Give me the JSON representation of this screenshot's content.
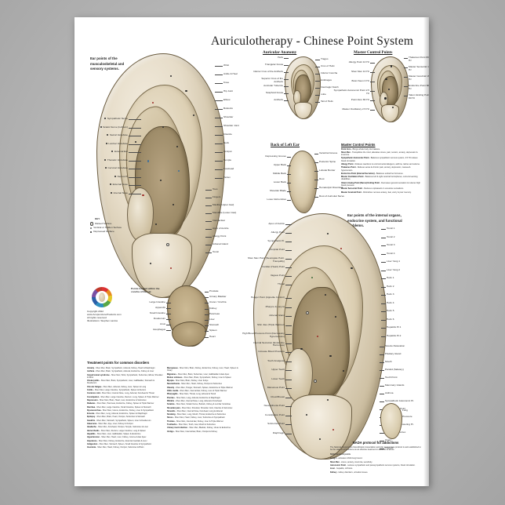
{
  "poster": {
    "title": "Auriculotherapy - Chinese Point System",
    "background_color": "#ffffff",
    "frame_color": "#b9b9b9"
  },
  "left_chart": {
    "blurb": "Ear points of the musculoskeletal and sensory systems.",
    "labels_left": [
      "Sympathetic Nerve",
      "Sciatic Nerve (Ischium)",
      "Sacral Vertebrae",
      "Lumbar Vertebrae",
      "External Ear",
      "Thoracic Vertebrae",
      "Cervical Vertebrae",
      "Nervus Pi",
      "External Nose",
      "Internal Nose",
      "Subcortex (Pain Control)",
      "Eye 1",
      "Eye 2",
      "Upper Palate",
      "Lower Palate",
      "Tongue"
    ],
    "labels_right": [
      "Wrist",
      "Ankle & Heel",
      "Knee",
      "Hip Joint",
      "Elbow",
      "Buttocks",
      "Shoulder",
      "Shoulder Joint",
      "Clavicle",
      "Neck",
      "Occiput",
      "Temple",
      "Forehead",
      "Vertex",
      "Toes",
      "Fingers",
      "Maxilla (Upper Jaw)",
      "Mandible (Lower Jaw)",
      "Internal Ear",
      "Apex of Auricle",
      "Allergy Point",
      "Adrenal Gland",
      "Tonsil"
    ],
    "key": {
      "title": "KEY",
      "items": [
        "Raised Surface",
        "Vertical or Hidden Surface",
        "Depressed Surface"
      ]
    }
  },
  "concha_inset": {
    "title": "Points located within the concha of the ear.",
    "labels_left": [
      "Large Intestine",
      "Appendix",
      "Small Intestine",
      "Duodenum",
      "Anus",
      "Esophagus"
    ],
    "labels_right": [
      "Prostate",
      "Urinary Bladder",
      "Ureter / Urethra",
      "Kidney",
      "Pancreas",
      "Liver",
      "Stomach",
      "Spleen",
      "Heart"
    ]
  },
  "auricular_anatomy": {
    "title": "Auricular Anatomy",
    "labels": [
      "Helix",
      "Triangular Fossa",
      "Inferior Crus of the Antihelix",
      "Superior Crus of the Antihelix",
      "Auricular Tubercle",
      "Scaphoid Fossa",
      "Antihelix",
      "Tragus",
      "Crus of Helix",
      "Inferior Concha",
      "Antitragus",
      "Intertragic Notch",
      "Lobe",
      "Tail of Helix"
    ]
  },
  "master_control_diagram": {
    "title": "Master Control Points",
    "labels": [
      "Allergy Point 10 Hz",
      "Shen Men 10 Hz",
      "Brain Stem 0 Hz",
      "Sympathetic Autonomic Point 2.5 Hz",
      "Point Zero 80 Hz",
      "Master Oscillatory 2.5 Hz",
      "Thalamus Point 80 Hz",
      "Master Sensorial 160 Hz",
      "Master Cerebral 1600 Hz",
      "Endocrine Point 80 Hz",
      "Vatum Ending Point 80 Hz"
    ]
  },
  "back_of_ear": {
    "title": "Back of Left Ear",
    "labels": [
      "Depressing Groove",
      "Upper Back",
      "Middle Back",
      "Lower Back",
      "Shoulder Blade",
      "Lower Extremities",
      "Vertebral Groove",
      "Posterior Spine",
      "Lobular Border",
      "Root",
      "Hematolytic Disorders",
      "Root of Auricular Nerve"
    ]
  },
  "master_control_text": {
    "title": "Master Control Points",
    "entries": [
      {
        "term": "Point Zero",
        "desc": "Brings whole body into balance."
      },
      {
        "term": "Shen Men",
        "desc": "Tranquilizes the mind, alleviates stress, pain, tension, anxiety, depression & insomnia."
      },
      {
        "term": "Sympathetic Autonomic Point",
        "desc": "Balances sympathetic nervous system, 2.5 Hz relaxes blood circulation."
      },
      {
        "term": "Allergy Point",
        "desc": "Relieves reactions to environmental allergens, asthma, rashes and edema."
      },
      {
        "term": "Thalamus Point",
        "desc": "Relieves acute & chronic pain, anxiety, depression, nausea & hypertension."
      },
      {
        "term": "Endocrine Point (Internal Secretion)",
        "desc": "Balances endocrine hormones."
      },
      {
        "term": "Master Oscillation Point",
        "desc": "Balances left & right cerebral hemispheres, corrects learning disabilities."
      },
      {
        "term": "Vatum Analog Point (Nerve) Ending Point",
        "desc": "Decreases general sensation & reduces high blood pressure."
      },
      {
        "term": "Master Sensorial Point",
        "desc": "Reduces unpleasant or excessive sensations."
      },
      {
        "term": "Master Cerebral Point",
        "desc": "Diminishes nervous anxiety, fear, worry & poor memory."
      }
    ]
  },
  "right_chart": {
    "blurb": "Ear points of the internal organs, endocrine system, and functional problems.",
    "labels_left": [
      "Apex of Auricle",
      "Allergy Point",
      "Sympathetic Pt.",
      "Occipital Point",
      "Shen Men Point (Neurogate Point, Tranquility)",
      "Cardiac (Heart) Point",
      "Vagaus Point",
      "Throat",
      "Hunger Point (Appetite Control)",
      "Pharynx & Larynx",
      "Adrenal Gland",
      "Shin Jiao (Triple Warmer)",
      "High Blood Pressure Point (Decreasing Hypertension)",
      "Internal Secretion (Endocrine Hormones)",
      "Increase Blood Pressure",
      "Tooth Analgesia",
      "Upper Teeth",
      "Lower Teeth",
      "Marvelous Point",
      "Chest/Breast",
      "Neurasthenia Point",
      "Constipation Point",
      "Subcortex Point",
      "Diaphragm"
    ],
    "labels_right": [
      "Tonsil 1",
      "Tonsil 2",
      "Tonsil 3",
      "Tonsil 4",
      "Liver Yang 1",
      "Liver Yang 2",
      "Helix 1",
      "Helix 2",
      "Helix 3",
      "Helix 4",
      "Helix 5",
      "Helix 6",
      "Hepatitis Pt 1",
      "Hepatitis Pt 2",
      "Muscle Relaxation",
      "Pituitary Gland",
      "Mouth",
      "Parotid (Salivary)",
      "Tooth Point",
      "Mammary Glands",
      "Asthma",
      "Sympathetic Autonomic Pt.",
      "Hypertension Point",
      "Lowering Blood Pressure",
      "Depressing & Lowering Pt.",
      "Nervous Subcortex",
      "Ovary",
      "Thyroid"
    ]
  },
  "nada": {
    "title": "NADA protocol for addictions",
    "intro": "The National Acupuncture Detoxification Association auricular acupuncture protocol is well established to be the state of acupuncture as an effective treatment in addiction & abuse.",
    "subtitle": "NADA protocol points",
    "entries": [
      {
        "term": "Lung 2",
        "desc": "activates inhibit lung bound."
      },
      {
        "term": "Shen Men",
        "desc": "stress, anxiety, insomnia, sensitivity."
      },
      {
        "term": "Autonomic Point",
        "desc": "reduces sympathetic and parasympathetic nervous systems, blood circulation."
      },
      {
        "term": "Liver",
        "desc": "hepatitis, cirrhosis."
      },
      {
        "term": "Kidney",
        "desc": "kidney disorders, urination issues."
      }
    ],
    "lung_label": "Lung"
  },
  "treatment_points": {
    "title": "Treatment points for common disorders",
    "column_a": [
      {
        "term": "Anxiety",
        "desc": "Shen Men, Brain, Sympathetic, Adrenal, Kidney, Heart & Diaphragm"
      },
      {
        "term": "Asthma",
        "desc": "Shen Men, Brain, Sympathetic, Adrenal, Endocrine, Kidney & Liver"
      },
      {
        "term": "Carpal tunnel syndrome",
        "desc": "Shen Men, Wrist, Sympathetic, Subcortex, Elbow, Shoulder & Wrist"
      },
      {
        "term": "Cholecystitis",
        "desc": "Shen Men, Brain, Sympathetic, Liver, Gallbladder, Stomach & Duodenum"
      },
      {
        "term": "Chronic fatigue",
        "desc": "Shen Men, Adrenal, Kidney, Liver, Spleen & Lung"
      },
      {
        "term": "Colitis",
        "desc": "Shen Men, Large Intestine, Sympathetic, Spleen & Rectum"
      },
      {
        "term": "Common cold",
        "desc": "Shen Men, Internal Nose, Lung, Adrenal, Forehead & Throat"
      },
      {
        "term": "Constipation",
        "desc": "Shen Men, Large Intestine, Rectum, Lung, Spleen & Triple Warmer"
      },
      {
        "term": "Depression",
        "desc": "Shen Men, Brain, Heart, Liver, Endocrine & Subcortex"
      },
      {
        "term": "Diabetes",
        "desc": "Shen Men, Pancreas, Endocrine, Kidney, Spleen & Triple Warmer"
      },
      {
        "term": "Diarrhea",
        "desc": "Shen Men, Large Intestine, Small Intestine, Spleen & Stomach"
      },
      {
        "term": "Dysmenorrhea",
        "desc": "Shen Men, Uterus, Endocrine, Kidney, Liver & Sympathetic"
      },
      {
        "term": "Eczema",
        "desc": "Shen Men, Lung, Adrenal, Endocrine, Spleen & Diaphragm"
      },
      {
        "term": "Epilepsy",
        "desc": "Shen Men, Brain, Heart, Occiput, Subcortex & Stomach"
      },
      {
        "term": "Gastritis",
        "desc": "Shen Men, Stomach, Sympathetic, Spleen, Liver & Duodenum"
      },
      {
        "term": "Glaucoma",
        "desc": "Shen Men, Eye, Liver, Kidney & Occiput"
      },
      {
        "term": "Headache",
        "desc": "Shen Men, Forehead, Occiput, Temple, Subcortex & Liver"
      },
      {
        "term": "Hemorrhoids",
        "desc": "Shen Men, Rectum, Large Intestine, Lung & Spleen"
      },
      {
        "term": "Hepatitis",
        "desc": "Shen Men, Liver, Gallbladder, Spleen & Endocrine"
      },
      {
        "term": "Hypertension",
        "desc": "Shen Men, Heart, Liver, Kidney, Groove & Ear Apex"
      },
      {
        "term": "Impotence",
        "desc": "Shen Men, Kidney, Endocrine, External Genitals & Liver"
      },
      {
        "term": "Indigestion",
        "desc": "Shen Men, Stomach, Spleen, Small Intestine & Sympathetic"
      },
      {
        "term": "Insomnia",
        "desc": "Shen Men, Heart, Kidney, Occiput, Subcortex & Brain"
      }
    ],
    "column_b": [
      {
        "term": "Menopause",
        "desc": "Shen Men, Brain, Kidney, Endocrine, Kidney, Liver, Heart, Spleen & Ovary"
      },
      {
        "term": "Migraines",
        "desc": "Shen Men, Brain, Subcortex, Liver, Gallbladder & Ear Apex"
      },
      {
        "term": "Motion sickness",
        "desc": "Shen Men, Brain, Sympathetic, Kidney, Liver & Spleen"
      },
      {
        "term": "Myopia",
        "desc": "Shen Men, Brain, Kidney, Liver & Eye"
      },
      {
        "term": "Neurasthenia",
        "desc": "Shen Men, Heart, Kidney, Occiput & Subcortex"
      },
      {
        "term": "Obesity",
        "desc": "Shen Men, Hunger, Stomach, Spleen, Endocrine & Triple Warmer"
      },
      {
        "term": "Otitis media",
        "desc": "Shen Men, Internal Ear, Kidney, Liver & Triple Warmer"
      },
      {
        "term": "Pharyngitis",
        "desc": "Shen Men, Throat, Lung, Adrenal & Tonsil"
      },
      {
        "term": "Pruritus",
        "desc": "Shen Men, Lung, Adrenal, Endocrine & Diaphragm"
      },
      {
        "term": "Rhinitis",
        "desc": "Shen Men, Internal Nose, Lung, Adrenal & Forehead"
      },
      {
        "term": "Sciatica",
        "desc": "Shen Men, Sciatic Nerve, Buttock, Kidney & Lumbar Vertebrae"
      },
      {
        "term": "Shoulder pain",
        "desc": "Shen Men, Shoulder, Shoulder Joint, Clavicle & Subcortex"
      },
      {
        "term": "Sinusitis",
        "desc": "Shen Men, Internal Nose, Forehead, Lung & Adrenal"
      },
      {
        "term": "Smoking",
        "desc": "Shen Men, Lung, Mouth, Throat, Endocrine & Subcortex"
      },
      {
        "term": "Stress",
        "desc": "Shen Men, Heart, Kidney, Liver, Subcortex & Sympathetic"
      },
      {
        "term": "Tinnitus",
        "desc": "Shen Men, Internal Ear, Kidney, Liver & Triple Warmer"
      },
      {
        "term": "Toothache",
        "desc": "Shen Men, Tooth, Jaw, Mouth & Subcortex"
      },
      {
        "term": "Urinary tract infection",
        "desc": "Shen Men, Bladder, Kidney, Ureter & Endocrine"
      },
      {
        "term": "Vertigo",
        "desc": "Shen Men, Internal Ear, Brain, Occiput & Kidney"
      }
    ]
  },
  "copyright": {
    "lines": [
      "Copyright 2012",
      "www.AcupunctureProducts.com",
      "All rights reserved",
      "Illustrations: Stephen Lantos"
    ]
  }
}
